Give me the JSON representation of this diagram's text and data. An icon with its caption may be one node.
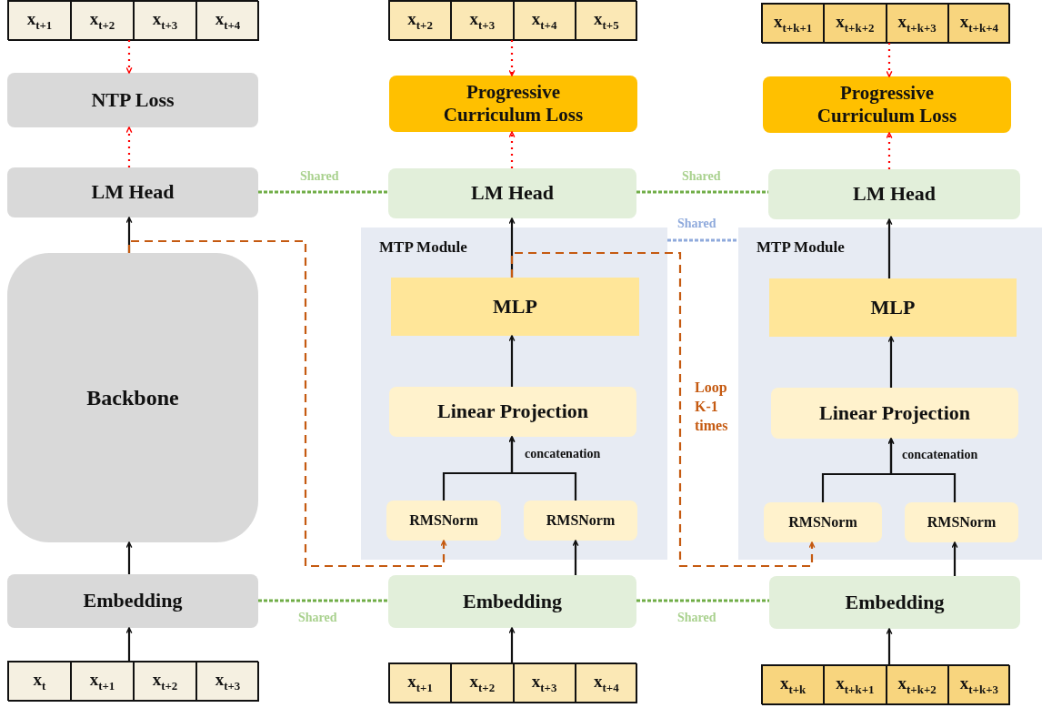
{
  "diagram": {
    "nodes": [
      {
        "text": [],
        "shape": "box"
      },
      {
        "text": [
          "x$_{t+1}$"
        ],
        "in": 0
      },
      {
        "text": [
          "x$_{t+2}$"
        ],
        "in": 0
      },
      {
        "text": [
          "x$_{t+3}$"
        ],
        "in": 0
      },
      {
        "text": [
          "x$_{t+4}$"
        ],
        "in": 0
      },
      {
        "text": [],
        "shape": "box"
      },
      {
        "text": [
          "x$_{t+2}$"
        ],
        "in": 5
      },
      {
        "text": [
          "x$_{t+3}$"
        ],
        "in": 5
      },
      {
        "text": [
          "x$_{t+4}$"
        ],
        "in": 5
      },
      {
        "text": [
          "x$_{t+5}$"
        ],
        "in": 5
      },
      {
        "text": [],
        "shape": "box"
      },
      {
        "text": [
          "x$_{t+k+1}$"
        ],
        "in": 10
      },
      {
        "text": [
          "x$_{t+k+2}$"
        ],
        "in": 10
      },
      {
        "text": [
          "x$_{t+k+3}$"
        ],
        "in": 10
      },
      {
        "text": [
          "x$_{t+k+4}$"
        ],
        "in": 10
      },
      {
        "text": [
          "NTP Loss"
        ]
      },
      {
        "text": [
          "Progressive Curriculum Loss"
        ]
      },
      {
        "text": [
          "Progressive Curriculum Loss"
        ]
      },
      {
        "text": [
          "LM Head"
        ]
      },
      {
        "text": [
          "LM Head"
        ]
      },
      {
        "text": [
          "LM Head"
        ]
      },
      {
        "text": [
          "MTP Module"
        ]
      },
      {
        "text": [
          "MTP Module"
        ]
      },
      {
        "text": [
          "Backbone"
        ]
      },
      {
        "text": [
          "MLP"
        ],
        "in": 21
      },
      {
        "text": [
          "MLP"
        ],
        "in": 22
      },
      {
        "text": [
          "Linear Projection"
        ],
        "in": 21
      },
      {
        "text": [
          "Linear Projection"
        ],
        "in": 22
      },
      {
        "text": [
          "RMSNorm"
        ],
        "in": 21
      },
      {
        "text": [
          "RMSNorm"
        ],
        "in": 21
      },
      {
        "text": [
          "RMSNorm"
        ],
        "in": 22
      },
      {
        "text": [
          "RMSNorm"
        ],
        "in": 22
      },
      {
        "text": [
          "Embedding"
        ]
      },
      {
        "text": [
          "Embedding"
        ]
      },
      {
        "text": [
          "Embedding"
        ]
      },
      {
        "text": [],
        "shape": "box"
      },
      {
        "text": [
          "x$_{t}$"
        ],
        "in": 35
      },
      {
        "text": [
          "x$_{t+1}$"
        ],
        "in": 35
      },
      {
        "text": [
          "x$_{t+2}$"
        ],
        "in": 35
      },
      {
        "text": [
          "x$_{t+3}$"
        ],
        "in": 35
      },
      {
        "text": [],
        "shape": "box"
      },
      {
        "text": [
          "x$_{t+1}$"
        ],
        "in": 40
      },
      {
        "text": [
          "x$_{t+2}$"
        ],
        "in": 40
      },
      {
        "text": [
          "x$_{t+3}$"
        ],
        "in": 40
      },
      {
        "text": [
          "x$_{t+4}$"
        ],
        "in": 40
      },
      {
        "text": [],
        "shape": "box"
      },
      {
        "text": [
          "x$_{t+k}$"
        ],
        "in": 45
      },
      {
        "text": [
          "x$_{t+k+1}$"
        ],
        "in": 45
      },
      {
        "text": [
          "x$_{t+k+2}$"
        ],
        "in": 45
      },
      {
        "text": [
          "x$_{t+k+3}$"
        ],
        "in": 45
      }
    ],
    "edges": [
      {
        "from": 0,
        "to": 15,
        "arrow": "to",
        "style": "dashed",
        "color": "#ff0000"
      },
      {
        "from": 5,
        "to": 16,
        "arrow": "to",
        "style": "dashed",
        "color": "#ff0000"
      },
      {
        "from": 10,
        "to": 17,
        "arrow": "to",
        "style": "dashed",
        "color": "#ff0000"
      },
      {
        "from": 18,
        "to": 15,
        "arrow": "to",
        "style": "dashed",
        "color": "#ff0000"
      },
      {
        "from": 19,
        "to": 16,
        "arrow": "to",
        "style": "dashed",
        "color": "#ff0000"
      },
      {
        "from": 20,
        "to": 17,
        "arrow": "to",
        "style": "dashed",
        "color": "#ff0000"
      },
      {
        "from": 23,
        "to": 18,
        "arrow": "to"
      },
      {
        "from": 24,
        "to": 19,
        "arrow": "to"
      },
      {
        "from": 25,
        "to": 20,
        "arrow": "to"
      },
      {
        "from": 26,
        "to": 24,
        "arrow": "to"
      },
      {
        "from": 27,
        "to": 25,
        "arrow": "to"
      },
      {
        "from": 28,
        "to": 26,
        "arrow": "to",
        "label": "concatenation"
      },
      {
        "from": 29,
        "to": 26,
        "arrow": "to"
      },
      {
        "from": 30,
        "to": 27,
        "arrow": "to",
        "label": "concatenation"
      },
      {
        "from": 31,
        "to": 27,
        "arrow": "to"
      },
      {
        "from": 33,
        "to": 29,
        "arrow": "to"
      },
      {
        "from": 34,
        "to": 31,
        "arrow": "to"
      },
      {
        "from": 32,
        "to": 23,
        "arrow": "to"
      },
      {
        "from": 35,
        "to": 32,
        "arrow": "to"
      },
      {
        "from": 40,
        "to": 33,
        "arrow": "to"
      },
      {
        "from": 45,
        "to": 34,
        "arrow": "to"
      },
      {
        "from": 23,
        "to": 28,
        "arrow": "to",
        "style": "dashed",
        "color": "#c55a11"
      },
      {
        "from": 24,
        "to": 30,
        "arrow": "to",
        "style": "dashed",
        "color": "#c55a11",
        "label": "Loop K-1 times"
      },
      {
        "from": 18,
        "to": 19,
        "arrow": "none",
        "style": "dashed",
        "color": "#70ad47",
        "label": "Shared"
      },
      {
        "from": 19,
        "to": 20,
        "arrow": "none",
        "style": "dashed",
        "color": "#70ad47",
        "label": "Shared"
      },
      {
        "from": 21,
        "to": 22,
        "arrow": "none",
        "style": "dashed",
        "color": "#8faadc",
        "label": "Shared"
      },
      {
        "from": 32,
        "to": 33,
        "arrow": "none",
        "style": "dashed",
        "color": "#70ad47",
        "label": "Shared"
      },
      {
        "from": 33,
        "to": 34,
        "arrow": "none",
        "style": "dashed",
        "color": "#70ad47",
        "label": "Shared"
      }
    ]
  }
}
